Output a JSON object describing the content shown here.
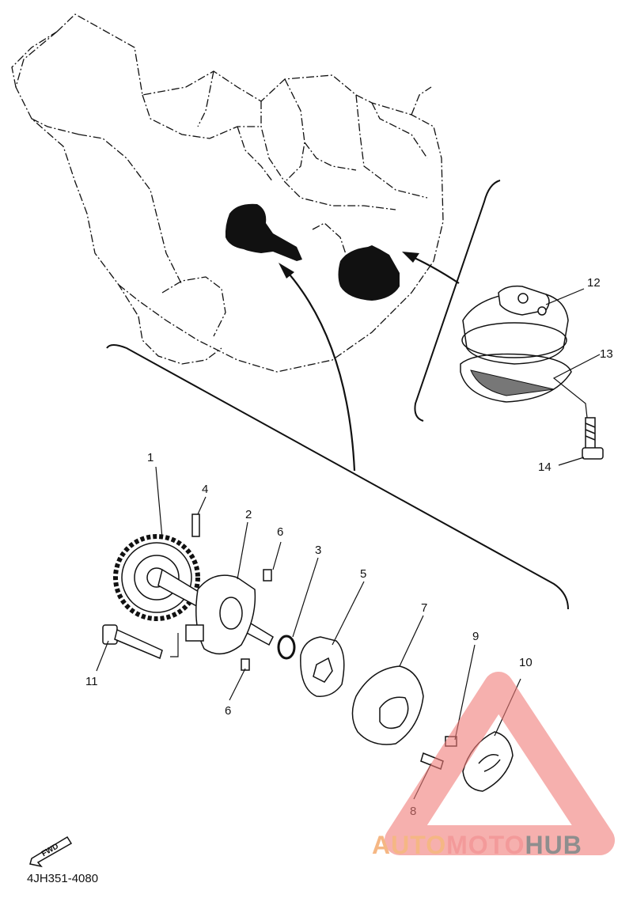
{
  "diagram": {
    "part_code": "4JH351-4080",
    "fwd_label": "FWD",
    "callouts": [
      "1",
      "2",
      "3",
      "4",
      "5",
      "6",
      "6",
      "7",
      "8",
      "9",
      "10",
      "11",
      "12",
      "13",
      "14"
    ]
  },
  "watermark": {
    "auto": "AUTO",
    "moto": "MOTO",
    "hub": "HUB"
  },
  "colors": {
    "line": "#111111",
    "watermark_red": "#f07b78",
    "watermark_orange": "#f5b784",
    "watermark_grey": "#8e8e8e"
  }
}
